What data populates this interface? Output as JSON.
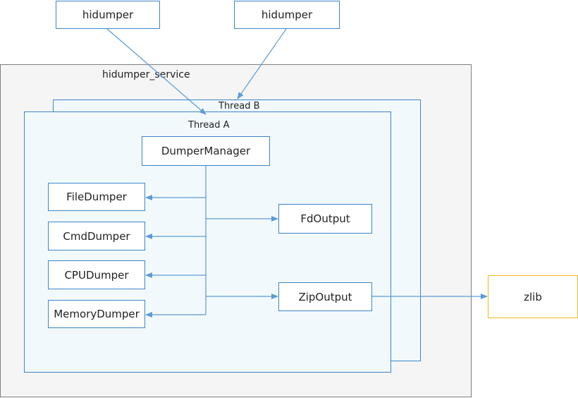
{
  "client_1": {
    "label": "hidumper"
  },
  "client_2": {
    "label": "hidumper"
  },
  "service": {
    "label": "hidumper_service"
  },
  "thread_b": {
    "label": "Thread B"
  },
  "thread_a": {
    "label": "Thread A"
  },
  "dumper_manager": {
    "label": "DumperManager"
  },
  "dumpers": {
    "file": "FileDumper",
    "cmd": "CmdDumper",
    "cpu": "CPUDumper",
    "memory": "MemoryDumper"
  },
  "outputs": {
    "fd": "FdOutput",
    "zip": "ZipOutput"
  },
  "external": {
    "zlib": "zlib"
  },
  "colors": {
    "connector": "#5b9bd5",
    "frame_border": "#3c86c6",
    "external_border": "#f0b81f"
  }
}
